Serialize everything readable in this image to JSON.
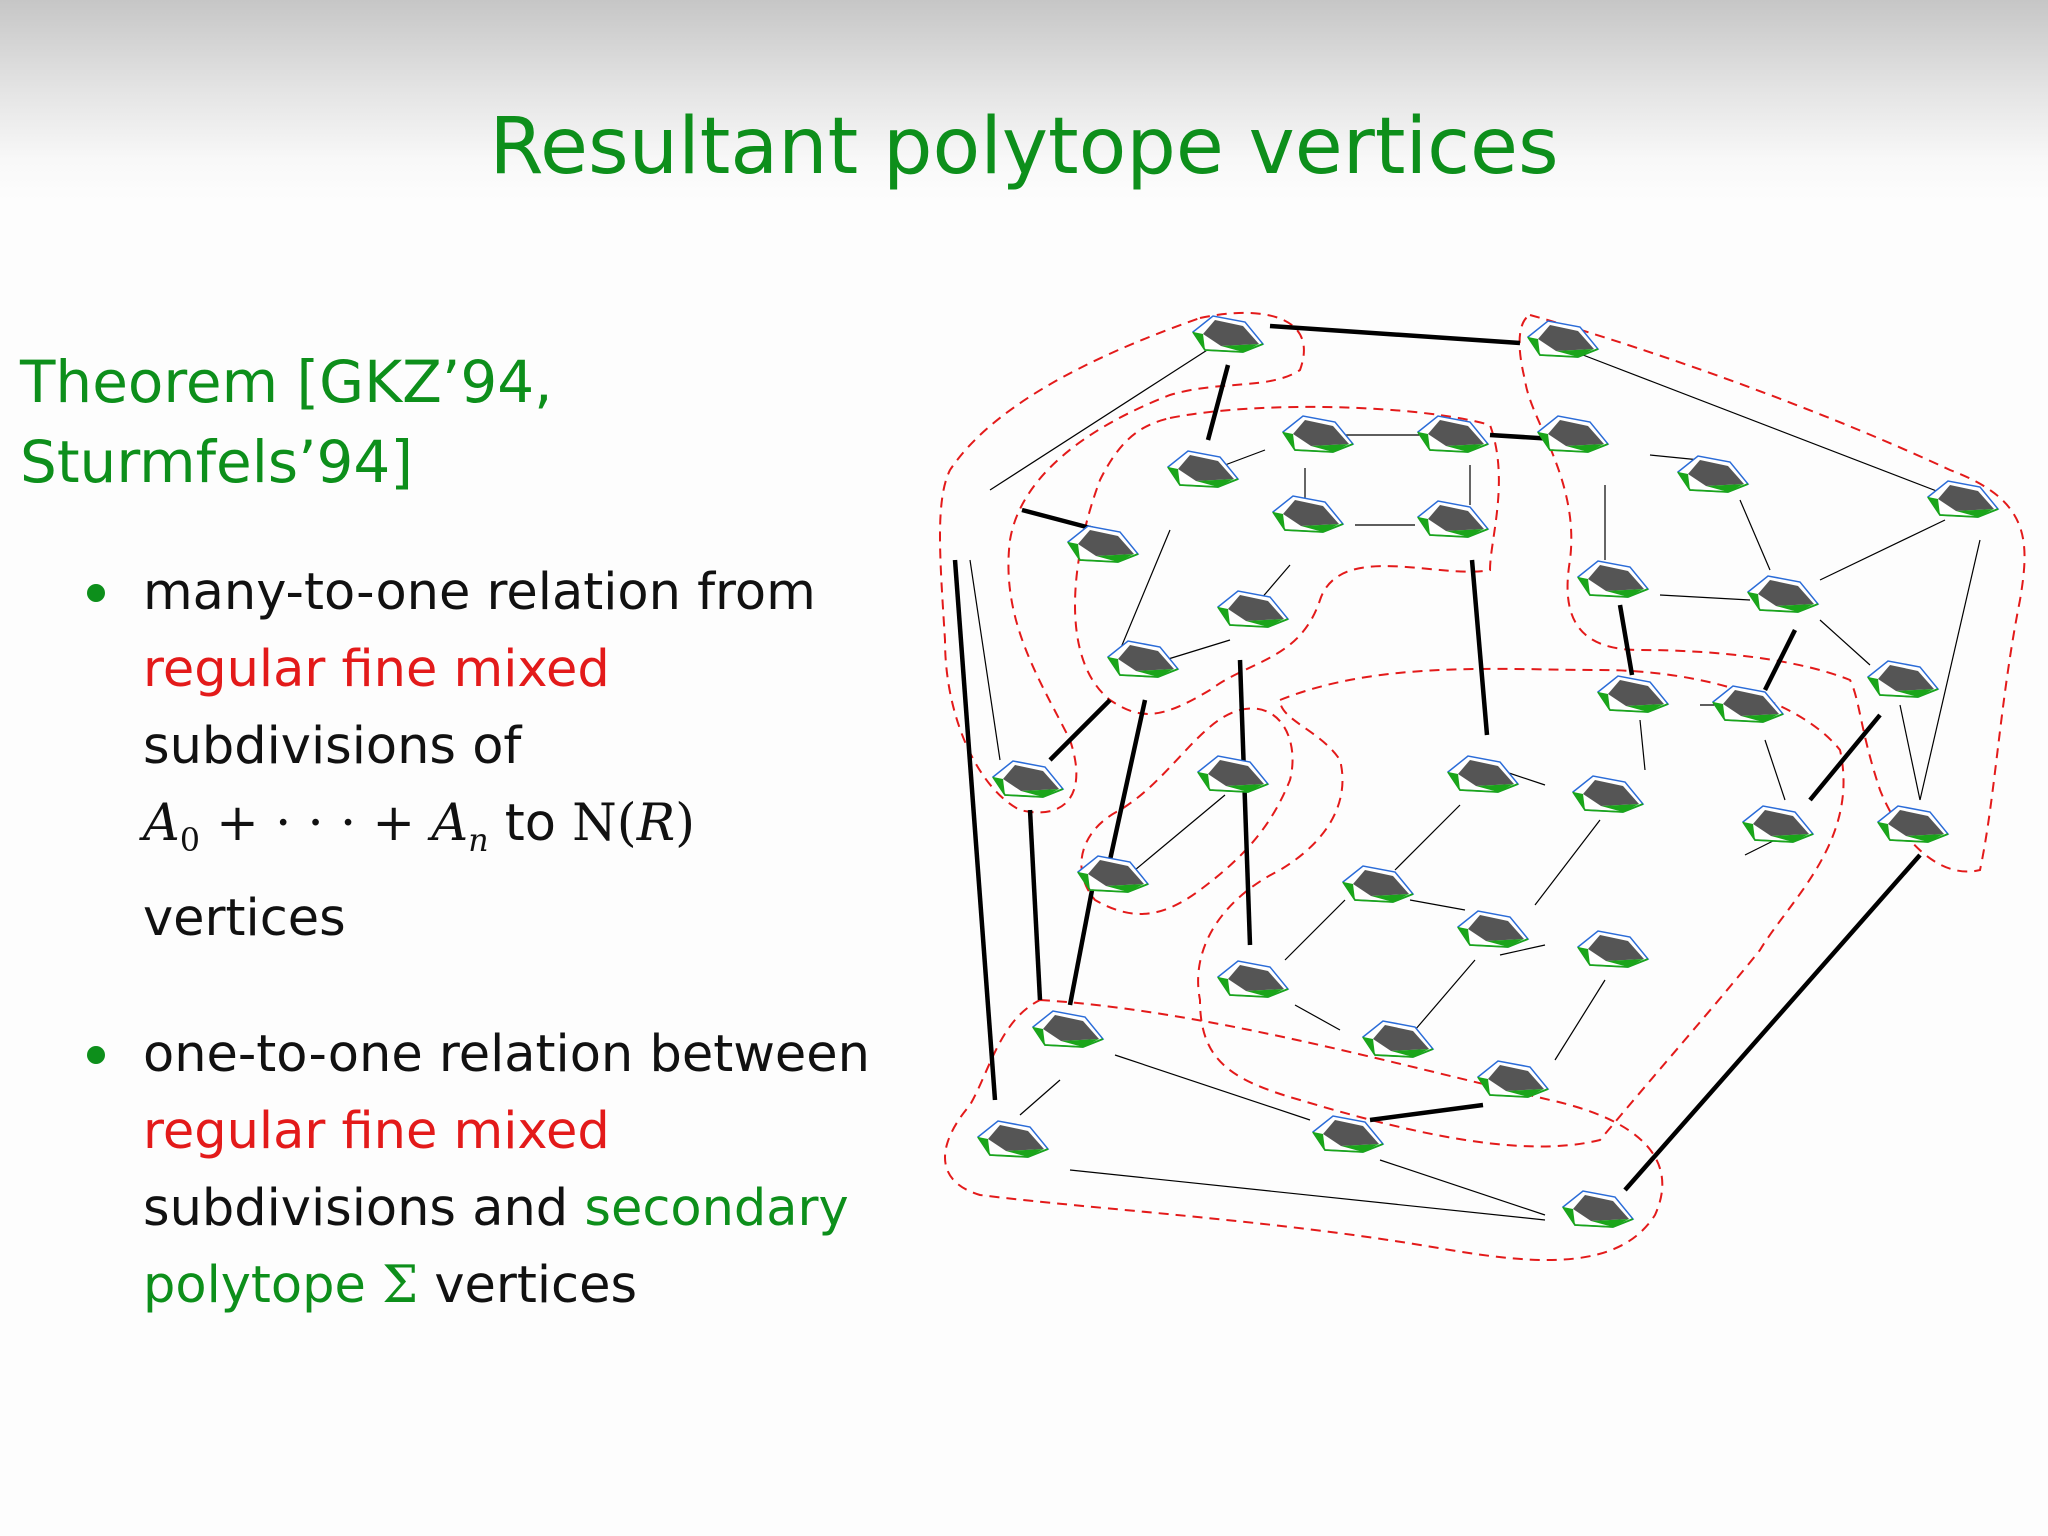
{
  "title": "Resultant polytope vertices",
  "theorem": {
    "line1": "Theorem [GKZ’94,",
    "line2": "Sturmfels’94]"
  },
  "bullets": [
    {
      "lines": {
        "l1": "many-to-one relation from",
        "l2": "regular fine mixed",
        "l3": "subdivisions of",
        "math_a": "A",
        "math_sub0": "0",
        "math_plus1": " + · · · + ",
        "math_a2": "A",
        "math_subn": "n",
        "l4_to": " to ",
        "math_n": "N",
        "math_paren_open": "(",
        "math_r": "R",
        "math_paren_close": ")",
        "l5": "vertices"
      }
    },
    {
      "lines": {
        "l1": "one-to-one relation between",
        "l2": "regular fine mixed",
        "l3a": "subdivisions and ",
        "l3b": "secondary",
        "l4a": "polytope ",
        "l4b": "Σ",
        "l4c": " vertices"
      }
    }
  ],
  "colors": {
    "title_green": "#0d8f1b",
    "highlight_red": "#e31a1a",
    "dashed_outline": "#e31a1a",
    "edge": "#000000",
    "glyph_dark": "#555555",
    "glyph_green": "#1aa51a",
    "glyph_blue": "#2b6cd8"
  }
}
